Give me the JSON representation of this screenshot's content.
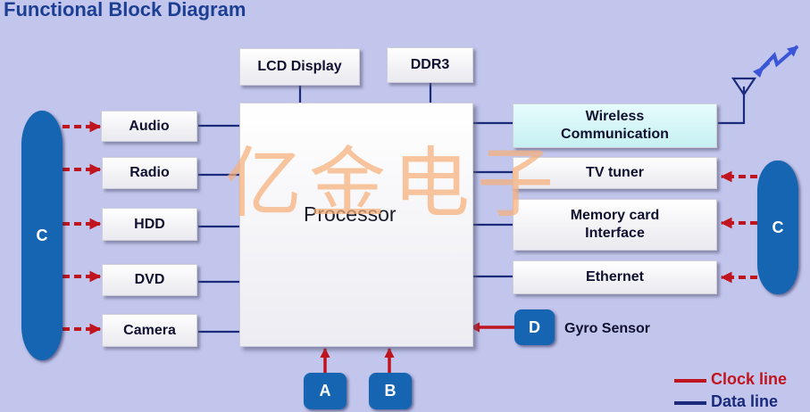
{
  "title": "Functional Block Diagram",
  "blocks": {
    "lcd": "LCD Display",
    "ddr3": "DDR3",
    "processor": "Processor",
    "audio": "Audio",
    "radio": "Radio",
    "hdd": "HDD",
    "dvd": "DVD",
    "camera": "Camera",
    "wireless_line1": "Wireless",
    "wireless_line2": "Communication",
    "tv_tuner": "TV tuner",
    "memcard_line1": "Memory card",
    "memcard_line2": "Interface",
    "ethernet": "Ethernet"
  },
  "connectors": {
    "left_c": "C",
    "right_c": "C",
    "a": "A",
    "b": "B",
    "d": "D"
  },
  "gyro_sensor": "Gyro Sensor",
  "legend": {
    "clock": "Clock line",
    "data": "Data line"
  },
  "watermark": "亿金电子",
  "colors": {
    "background": "#c2c6ec",
    "clock_line": "#c0141e",
    "data_line": "#1b2a7a",
    "connector_blue": "#1565b3",
    "title": "#1d3f93",
    "wireless_box": "#d2f4f6",
    "antenna_signal": "#3a56d6"
  }
}
